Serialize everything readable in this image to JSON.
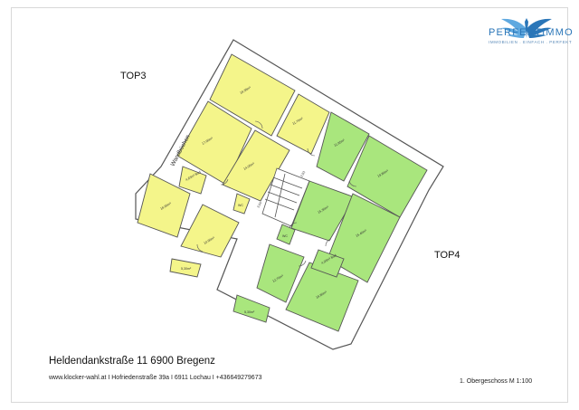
{
  "logo": {
    "name": "PERFEKTIMMO",
    "tagline": "IMMOBILIEN . EINFACH . PERFEKT",
    "colors": {
      "blue": "#2a76b8",
      "light_blue": "#5fa9e0"
    }
  },
  "units": [
    {
      "label": "TOP3",
      "color": "#f4f58a"
    },
    {
      "label": "TOP4",
      "color": "#a9e67d"
    }
  ],
  "plan": {
    "wall_label": "Wandbüchen",
    "room_texts": {
      "top3_a": "18,38m²",
      "top3_b": "17,60m²",
      "top3_c": "11,70m²",
      "top3_d": "14,05m²",
      "top3_e": "18,60m²",
      "top3_f": "10,60m²",
      "top3_g": "5,30m²",
      "top3_bath": "4,63m² Bad",
      "top3_wc": "WC",
      "top4_a": "11,85m²",
      "top4_b": "19,80m²",
      "top4_c": "15,30m²",
      "top4_d": "15,40m²",
      "top4_e": "18,80m²",
      "top4_f": "12,70m²",
      "top4_g": "5,30m²",
      "top4_bath": "4,93m² Bad",
      "top4_wc": "WC",
      "stair_a": "2,53",
      "stair_b": "3,00"
    }
  },
  "footer": {
    "address": "Heldendankstraße 11 6900 Bregenz",
    "contact": "www.klocker-wahl.at I Hofriedenstraße 39a I 6911 Lochau I +436649279673",
    "scale": "1. Obergeschoss M 1:100"
  }
}
